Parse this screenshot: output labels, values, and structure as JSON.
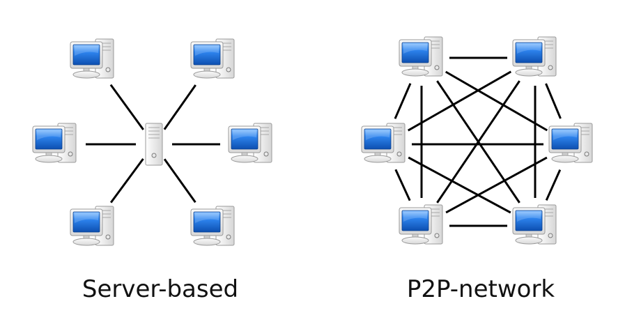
{
  "diagrams": [
    {
      "id": "server-based",
      "caption": "Server-based",
      "nodes": [
        {
          "name": "server",
          "type": "server"
        },
        {
          "name": "pc-top-left",
          "type": "pc"
        },
        {
          "name": "pc-top-right",
          "type": "pc"
        },
        {
          "name": "pc-middle-left",
          "type": "pc"
        },
        {
          "name": "pc-middle-right",
          "type": "pc"
        },
        {
          "name": "pc-bottom-left",
          "type": "pc"
        },
        {
          "name": "pc-bottom-right",
          "type": "pc"
        }
      ],
      "links": [
        [
          "server",
          "pc-top-left"
        ],
        [
          "server",
          "pc-top-right"
        ],
        [
          "server",
          "pc-middle-left"
        ],
        [
          "server",
          "pc-middle-right"
        ],
        [
          "server",
          "pc-bottom-left"
        ],
        [
          "server",
          "pc-bottom-right"
        ]
      ]
    },
    {
      "id": "p2p-network",
      "caption": "P2P-network",
      "nodes": [
        {
          "name": "pc-top-left",
          "type": "pc"
        },
        {
          "name": "pc-top-right",
          "type": "pc"
        },
        {
          "name": "pc-middle-left",
          "type": "pc"
        },
        {
          "name": "pc-middle-right",
          "type": "pc"
        },
        {
          "name": "pc-bottom-left",
          "type": "pc"
        },
        {
          "name": "pc-bottom-right",
          "type": "pc"
        }
      ],
      "links": [
        [
          "pc-top-left",
          "pc-top-right"
        ],
        [
          "pc-top-left",
          "pc-middle-left"
        ],
        [
          "pc-top-left",
          "pc-middle-right"
        ],
        [
          "pc-top-left",
          "pc-bottom-left"
        ],
        [
          "pc-top-left",
          "pc-bottom-right"
        ],
        [
          "pc-top-right",
          "pc-middle-left"
        ],
        [
          "pc-top-right",
          "pc-middle-right"
        ],
        [
          "pc-top-right",
          "pc-bottom-left"
        ],
        [
          "pc-top-right",
          "pc-bottom-right"
        ],
        [
          "pc-middle-left",
          "pc-middle-right"
        ],
        [
          "pc-middle-left",
          "pc-bottom-left"
        ],
        [
          "pc-middle-left",
          "pc-bottom-right"
        ],
        [
          "pc-middle-right",
          "pc-bottom-left"
        ],
        [
          "pc-middle-right",
          "pc-bottom-right"
        ],
        [
          "pc-bottom-left",
          "pc-bottom-right"
        ]
      ]
    }
  ],
  "colors": {
    "link": "#000000",
    "screen": "#1f6fd6",
    "screen_highlight": "#8fc4ff",
    "case": "#f2f2f2",
    "case_edge": "#9a9a9a"
  },
  "icons": {
    "pc": "desktop-computer-icon",
    "server": "server-tower-icon"
  }
}
